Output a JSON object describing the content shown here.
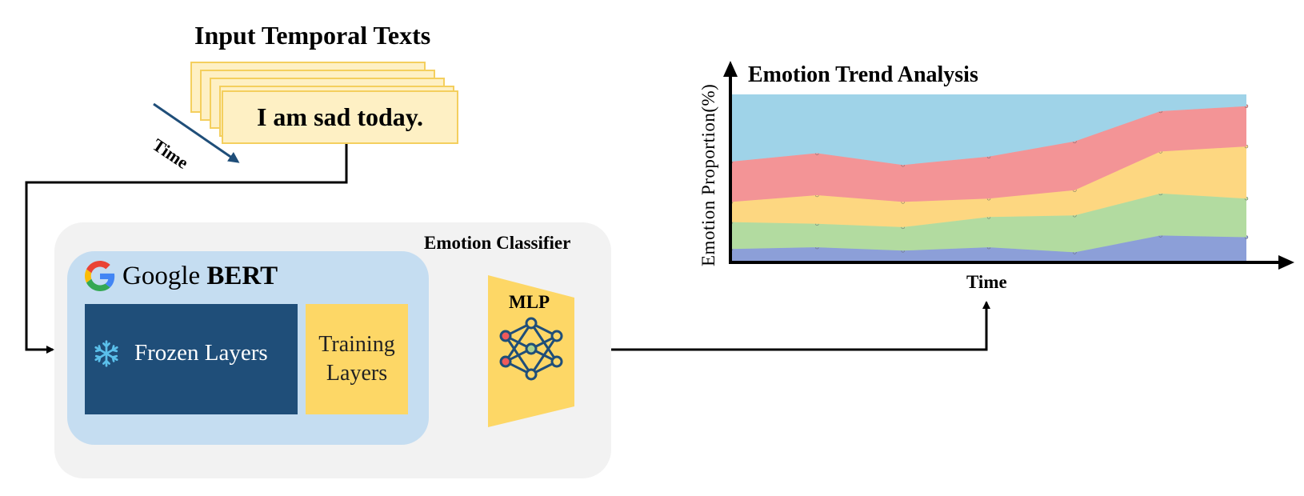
{
  "input": {
    "title": "Input Temporal Texts",
    "card_text": "I am sad today.",
    "time_label": "Time"
  },
  "classifier": {
    "label": "Emotion Classifier",
    "bert_brand": "Google",
    "bert_name": "BERT",
    "frozen_label": "Frozen Layers",
    "training_label_line1": "Training",
    "training_label_line2": "Layers",
    "mlp_label": "MLP"
  },
  "icons": [
    "google-logo-icon",
    "snowflake-icon",
    "neural-network-icon"
  ],
  "colors": {
    "card_fill": "#fef0c4",
    "card_border": "#f4cf5e",
    "classifier_bg": "#f2f2f2",
    "bert_bg": "#c5ddf1",
    "frozen_fill": "#1f4e79",
    "training_fill": "#fdd766",
    "mlp_fill": "#fdd766",
    "arrow": "#000000",
    "time_arrow": "#1f4e79"
  },
  "chart_data": {
    "type": "area",
    "stacked": true,
    "normalized": true,
    "title": "Emotion Trend Analysis",
    "xlabel": "Time",
    "ylabel": "Emotion  Proportion(%)",
    "ticks_shown": false,
    "x": [
      1,
      2,
      3,
      4,
      5,
      6,
      7
    ],
    "ylim": [
      0,
      100
    ],
    "series": [
      {
        "values": [
          8,
          9,
          7,
          9,
          6,
          16,
          15
        ],
        "color": "#8c9fd8"
      },
      {
        "values": [
          16,
          14,
          14,
          18,
          22,
          25,
          23
        ],
        "color": "#b2dba0"
      },
      {
        "values": [
          12,
          17,
          15,
          11,
          15,
          25,
          31
        ],
        "color": "#fdd781"
      },
      {
        "values": [
          24,
          25,
          22,
          25,
          29,
          24,
          24
        ],
        "color": "#f39496"
      },
      {
        "values": [
          40,
          35,
          42,
          37,
          28,
          10,
          7
        ],
        "color": "#9fd3e8"
      }
    ]
  }
}
